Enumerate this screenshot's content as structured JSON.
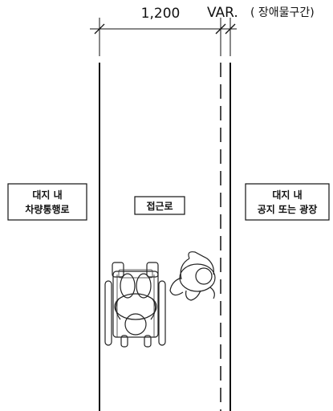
{
  "dimensions": {
    "width_value": "1,200",
    "variable_value": "VAR.",
    "variable_note": "( 장애물구간)"
  },
  "zones": {
    "left": {
      "line1": "대지 내",
      "line2": "차량통행로"
    },
    "center": {
      "line1": "접근로"
    },
    "right": {
      "line1": "대지 내",
      "line2": "공지 또는 광장"
    }
  },
  "figures": {
    "wheelchair": "wheelchair-user-figure",
    "person": "standing-person-figure"
  }
}
